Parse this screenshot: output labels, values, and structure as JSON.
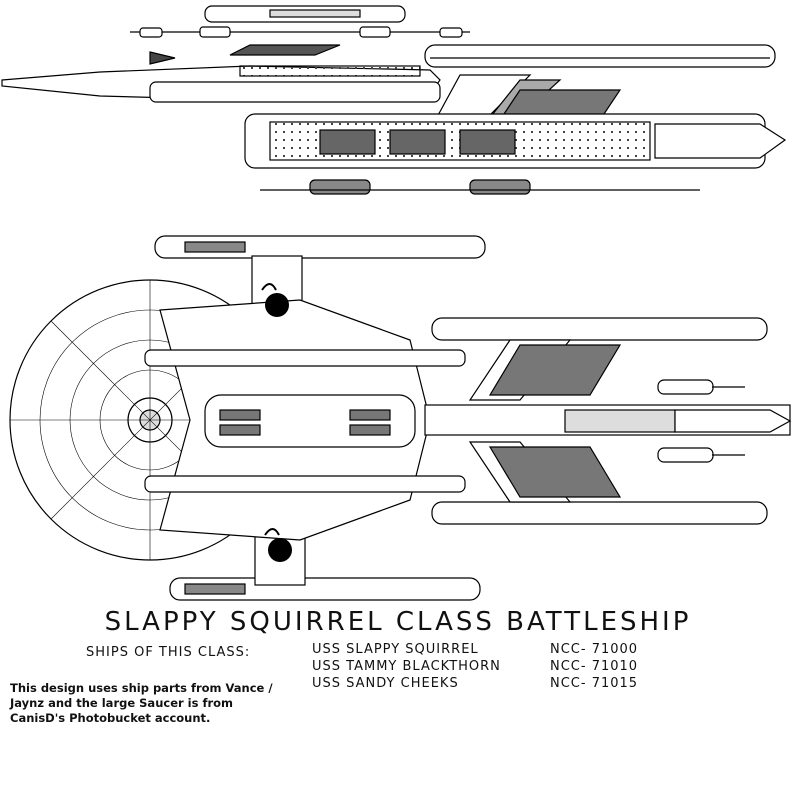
{
  "title": "SLAPPY SQUIRREL CLASS BATTLESHIP",
  "ships_heading": "SHIPS OF THIS CLASS:",
  "ships": [
    {
      "name": "USS SLAPPY SQUIRREL",
      "registry": "NCC- 71000"
    },
    {
      "name": "USS TAMMY BLACKTHORN",
      "registry": "NCC- 71010"
    },
    {
      "name": "USS SANDY CHEEKS",
      "registry": "NCC- 71015"
    }
  ],
  "credit": "This design uses ship parts from Vance / Jaynz and the large Saucer is from CanisD's Photobucket account."
}
